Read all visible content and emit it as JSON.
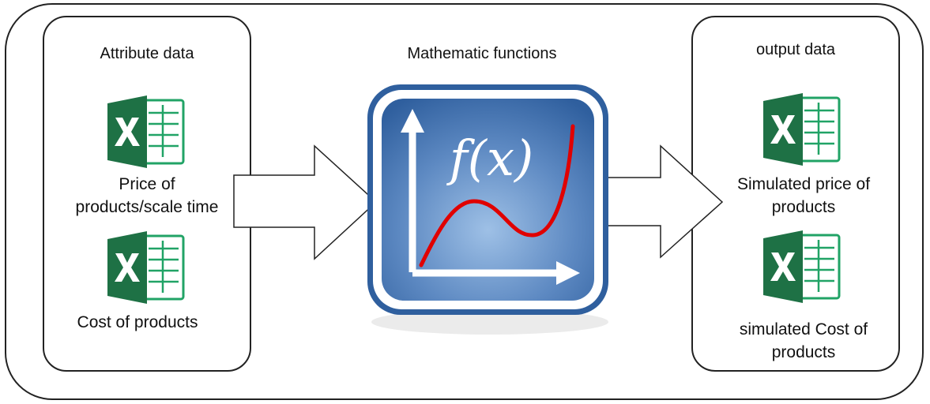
{
  "left_panel": {
    "title": "Attribute data",
    "items": [
      {
        "icon": "excel-icon",
        "label_line1": "Price of",
        "label_line2": "products/scale time"
      },
      {
        "icon": "excel-icon",
        "label_line1": "Cost of products",
        "label_line2": ""
      }
    ]
  },
  "center": {
    "title": "Mathematic functions",
    "icon": "function-graph-icon",
    "formula": "f(x)"
  },
  "right_panel": {
    "title": "output data",
    "items": [
      {
        "icon": "excel-icon",
        "label_line1": "Simulated price of",
        "label_line2": "products"
      },
      {
        "icon": "excel-icon",
        "label_line1": "simulated Cost of",
        "label_line2": "products"
      }
    ]
  },
  "colors": {
    "excel_green_dark": "#1e7145",
    "excel_green": "#21a366",
    "function_blue": "#2f5f9e",
    "curve_red": "#e00000"
  }
}
